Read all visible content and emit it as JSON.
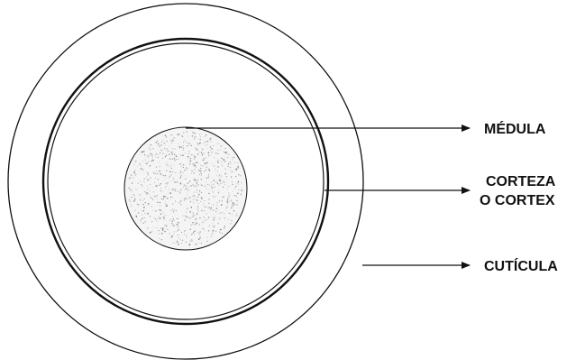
{
  "diagram": {
    "labels": {
      "medula": "MÉDULA",
      "corteza_line1": "CORTEZA",
      "corteza_line2": "O CORTEX",
      "cuticula": "CUTÍCULA"
    },
    "colors": {
      "stroke": "#111111",
      "background": "#ffffff",
      "medulla_fill": "#f3f3f3",
      "speckle": "#6a6a6a"
    }
  }
}
